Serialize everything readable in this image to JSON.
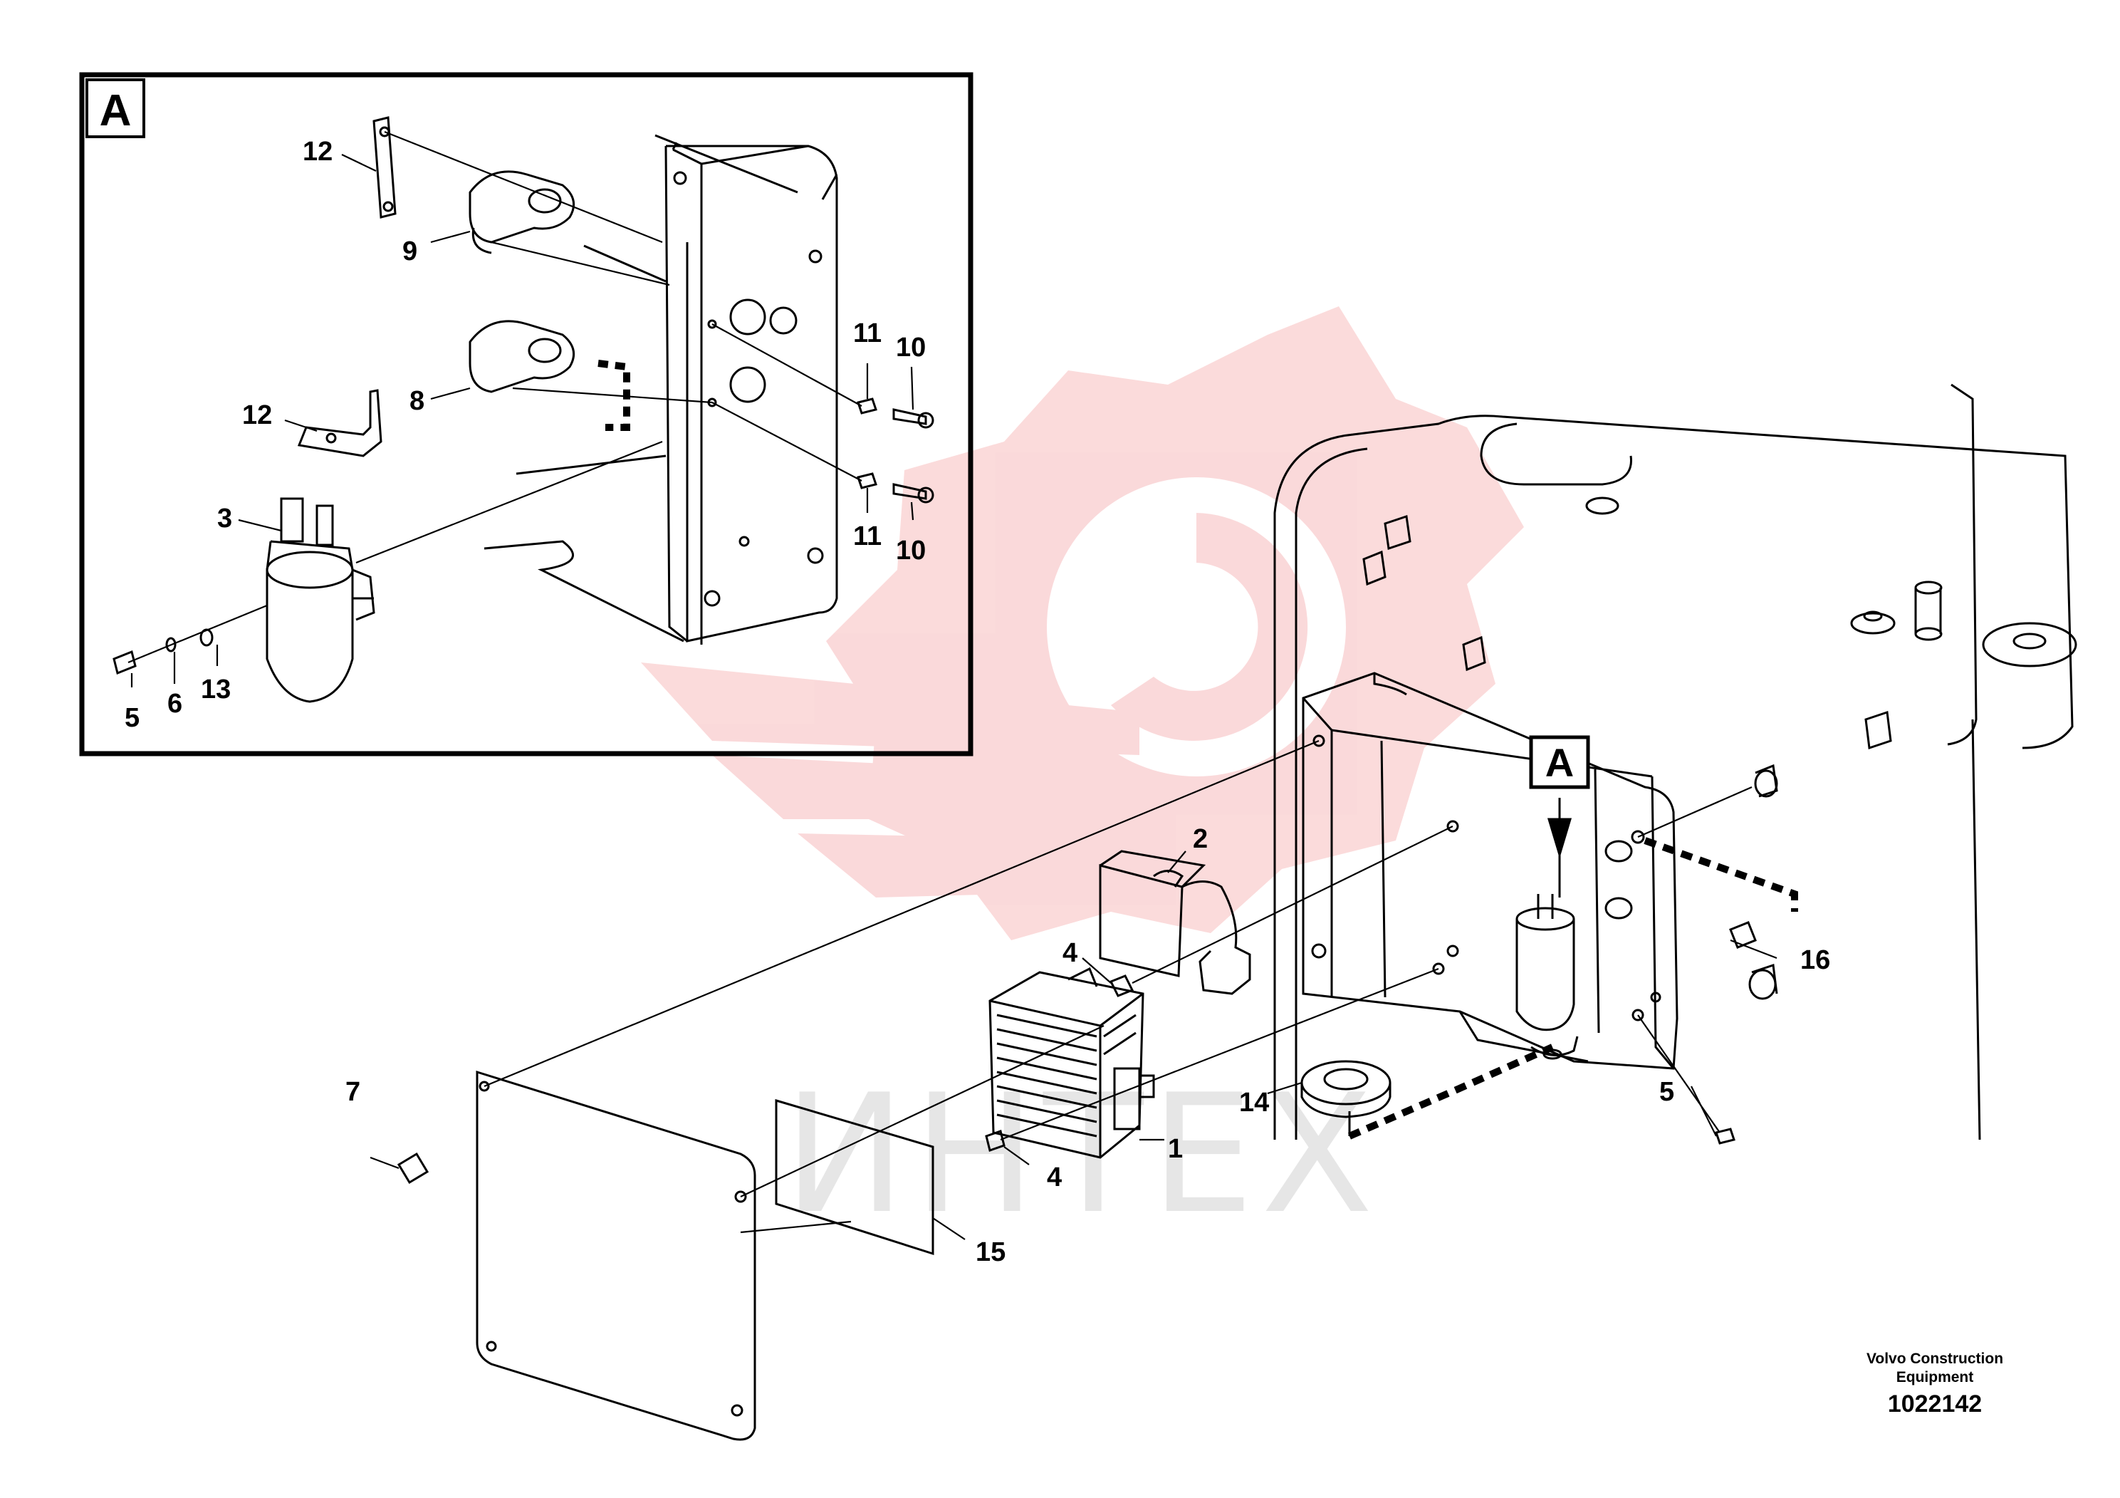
{
  "inset": {
    "label": "A"
  },
  "callout": {
    "label": "A"
  },
  "watermark": {
    "text": "ИНТЕХ"
  },
  "colors": {
    "watermark": "#e8353a",
    "line": "#000000"
  },
  "parts": {
    "p12a": "12",
    "p9": "9",
    "p11a": "11",
    "p10a": "10",
    "p8": "8",
    "p12b": "12",
    "p3": "3",
    "p11b": "11",
    "p10b": "10",
    "p5a": "5",
    "p6": "6",
    "p13": "13",
    "p2": "2",
    "p4a": "4",
    "p16": "16",
    "p7": "7",
    "p14": "14",
    "p5b": "5",
    "p1": "1",
    "p4b": "4",
    "p15": "15"
  },
  "footer": {
    "brand": "Volvo Construction Equipment",
    "code": "1022142"
  }
}
